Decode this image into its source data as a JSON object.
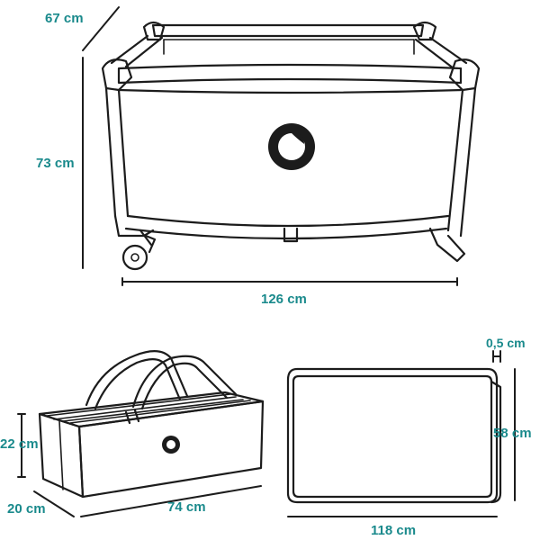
{
  "crib": {
    "depth_label": "67 cm",
    "height_label": "73 cm",
    "width_label": "126 cm"
  },
  "bag": {
    "height_label": "22 cm",
    "depth_label": "20 cm",
    "length_label": "74 cm"
  },
  "mattress": {
    "thickness_label": "0,5 cm",
    "width_label": "58 cm",
    "length_label": "118 cm"
  },
  "colors": {
    "dimension_text": "#1a8a8c",
    "line_art": "#1c1c1c"
  },
  "icons": [
    "brand-logo-icon"
  ]
}
